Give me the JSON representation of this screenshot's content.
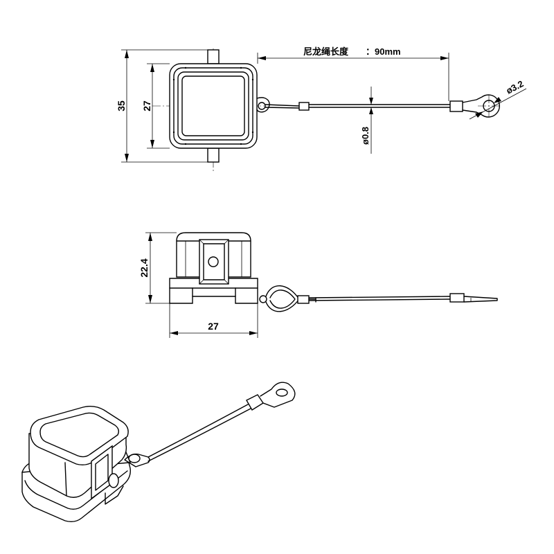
{
  "dimensions": {
    "top_outer_height": "35",
    "top_inner_height": "27",
    "cord_length_label": "尼龙绳长度",
    "cord_length_value": "：90mm",
    "ring_hole_diameter": "ø3.2",
    "wire_diameter": "ø0.8",
    "side_height": "22.4",
    "side_width": "27"
  }
}
